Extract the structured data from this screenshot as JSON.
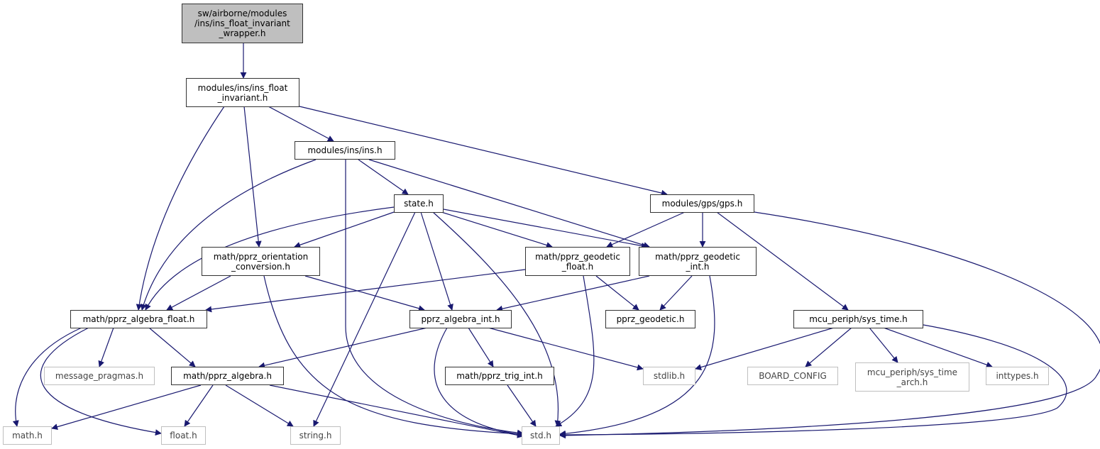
{
  "colors": {
    "edge": "#191970",
    "node_border": "#333333",
    "external_border": "#bfbfbf",
    "root_fill": "#bfbfbf"
  },
  "nodes": {
    "wrapper": "sw/airborne/modules\n/ins/ins_float_invariant\n_wrapper.h",
    "ifi": "modules/ins/ins_float\n_invariant.h",
    "ins": "modules/ins/ins.h",
    "state": "state.h",
    "gps": "modules/gps/gps.h",
    "orient": "math/pprz_orientation\n_conversion.h",
    "geod_float": "math/pprz_geodetic\n_float.h",
    "geod_int": "math/pprz_geodetic\n_int.h",
    "alg_float": "math/pprz_algebra_float.h",
    "alg_int": "pprz_algebra_int.h",
    "pprz_geodetic": "pprz_geodetic.h",
    "sys_time": "mcu_periph/sys_time.h",
    "msg_pragmas": "message_pragmas.h",
    "pprz_algebra": "math/pprz_algebra.h",
    "trig_int": "math/pprz_trig_int.h",
    "stdlib": "stdlib.h",
    "board_config": "BOARD_CONFIG",
    "sys_time_arch": "mcu_periph/sys_time\n_arch.h",
    "inttypes": "inttypes.h",
    "math": "math.h",
    "float": "float.h",
    "string": "string.h",
    "std": "std.h"
  },
  "edges": [
    [
      "wrapper",
      "ifi"
    ],
    [
      "ifi",
      "alg_float"
    ],
    [
      "ifi",
      "orient"
    ],
    [
      "ifi",
      "ins"
    ],
    [
      "ifi",
      "gps"
    ],
    [
      "ins",
      "alg_float"
    ],
    [
      "ins",
      "std"
    ],
    [
      "ins",
      "state"
    ],
    [
      "ins",
      "geod_int"
    ],
    [
      "state",
      "alg_float"
    ],
    [
      "state",
      "orient"
    ],
    [
      "state",
      "string"
    ],
    [
      "state",
      "alg_int"
    ],
    [
      "state",
      "std"
    ],
    [
      "state",
      "geod_float"
    ],
    [
      "state",
      "geod_int"
    ],
    [
      "gps",
      "geod_float"
    ],
    [
      "gps",
      "geod_int"
    ],
    [
      "gps",
      "sys_time"
    ],
    [
      "gps",
      "std"
    ],
    [
      "orient",
      "alg_float"
    ],
    [
      "orient",
      "alg_int"
    ],
    [
      "orient",
      "std"
    ],
    [
      "geod_float",
      "alg_float"
    ],
    [
      "geod_float",
      "pprz_geodetic"
    ],
    [
      "geod_float",
      "std"
    ],
    [
      "geod_int",
      "alg_int"
    ],
    [
      "geod_int",
      "pprz_geodetic"
    ],
    [
      "geod_int",
      "std"
    ],
    [
      "alg_float",
      "math"
    ],
    [
      "alg_float",
      "float"
    ],
    [
      "alg_float",
      "msg_pragmas"
    ],
    [
      "alg_float",
      "pprz_algebra"
    ],
    [
      "alg_int",
      "pprz_algebra"
    ],
    [
      "alg_int",
      "std"
    ],
    [
      "alg_int",
      "trig_int"
    ],
    [
      "alg_int",
      "stdlib"
    ],
    [
      "pprz_algebra",
      "math"
    ],
    [
      "pprz_algebra",
      "float"
    ],
    [
      "pprz_algebra",
      "string"
    ],
    [
      "pprz_algebra",
      "std"
    ],
    [
      "trig_int",
      "std"
    ],
    [
      "sys_time",
      "stdlib"
    ],
    [
      "sys_time",
      "board_config"
    ],
    [
      "sys_time",
      "sys_time_arch"
    ],
    [
      "sys_time",
      "inttypes"
    ],
    [
      "sys_time",
      "std"
    ]
  ]
}
